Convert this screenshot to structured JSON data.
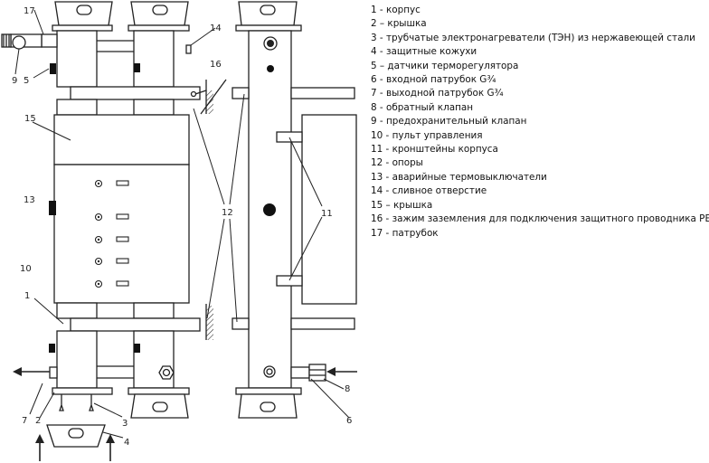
{
  "callouts": {
    "c1": "1",
    "c2": "2",
    "c3": "3",
    "c4": "4",
    "c5": "5",
    "c6": "6",
    "c7": "7",
    "c8": "8",
    "c9": "9",
    "c10": "10",
    "c11": "11",
    "c12": "12",
    "c13": "13",
    "c14": "14",
    "c15": "15",
    "c16": "16",
    "c17": "17"
  },
  "legend": [
    "1 - корпус",
    "2 – крышка",
    "3 - трубчатые электронагреватели (ТЭН) из нержавеющей стали",
    "4 - защитные кожухи",
    "5 – датчики терморегулятора",
    "6 - входной патрубок G¾",
    "7 - выходной патрубок G¾",
    "8 - обратный клапан",
    "9 - предохранительный клапан",
    "10 - пульт управления",
    "11 - кронштейны корпуса",
    "12 - опоры",
    "13 - аварийные термовыключатели",
    "14 - сливное отверстие",
    "15 – крышка",
    "16 - зажим заземления для подключения защитного проводника РЕ",
    "17 - патрубок"
  ]
}
